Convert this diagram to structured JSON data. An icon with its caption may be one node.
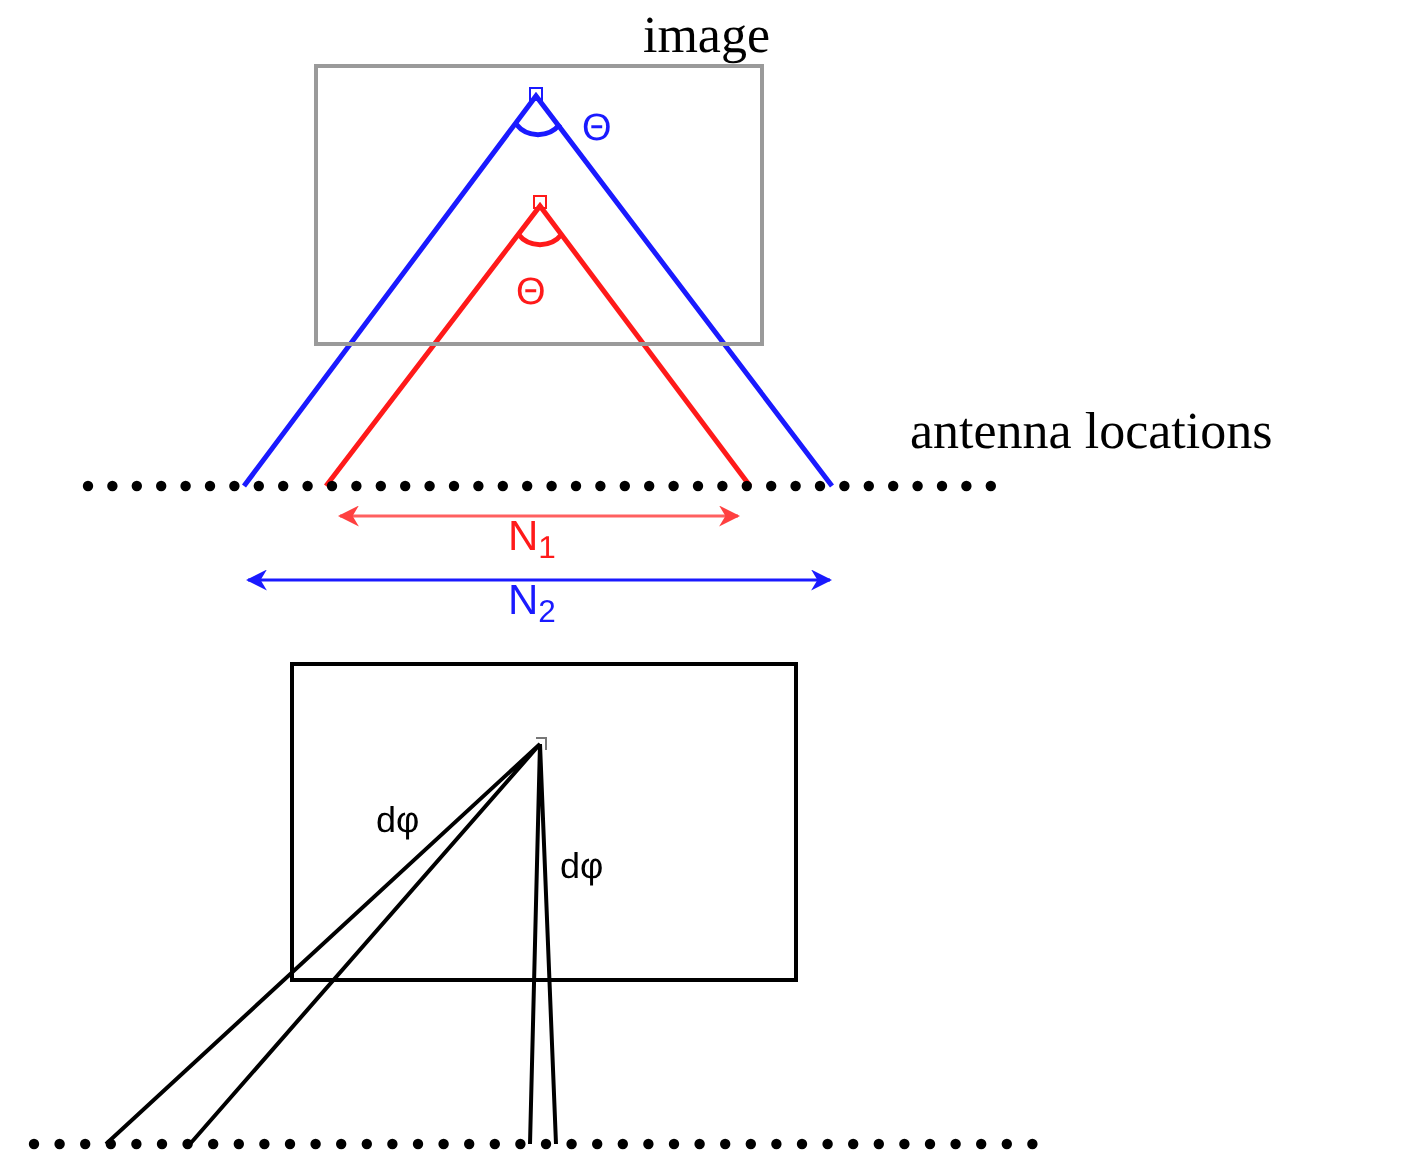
{
  "diagram": {
    "nodes": [
      {
        "text": [
          "image"
        ]
      },
      {
        "text": [],
        "shape": "box"
      }
    ],
    "edges": [],
    "labels": [
      "Θ",
      "Θ",
      "antenna locations",
      "N$_{1}$",
      "N$_{2}$",
      "dφ",
      "dφ"
    ]
  }
}
